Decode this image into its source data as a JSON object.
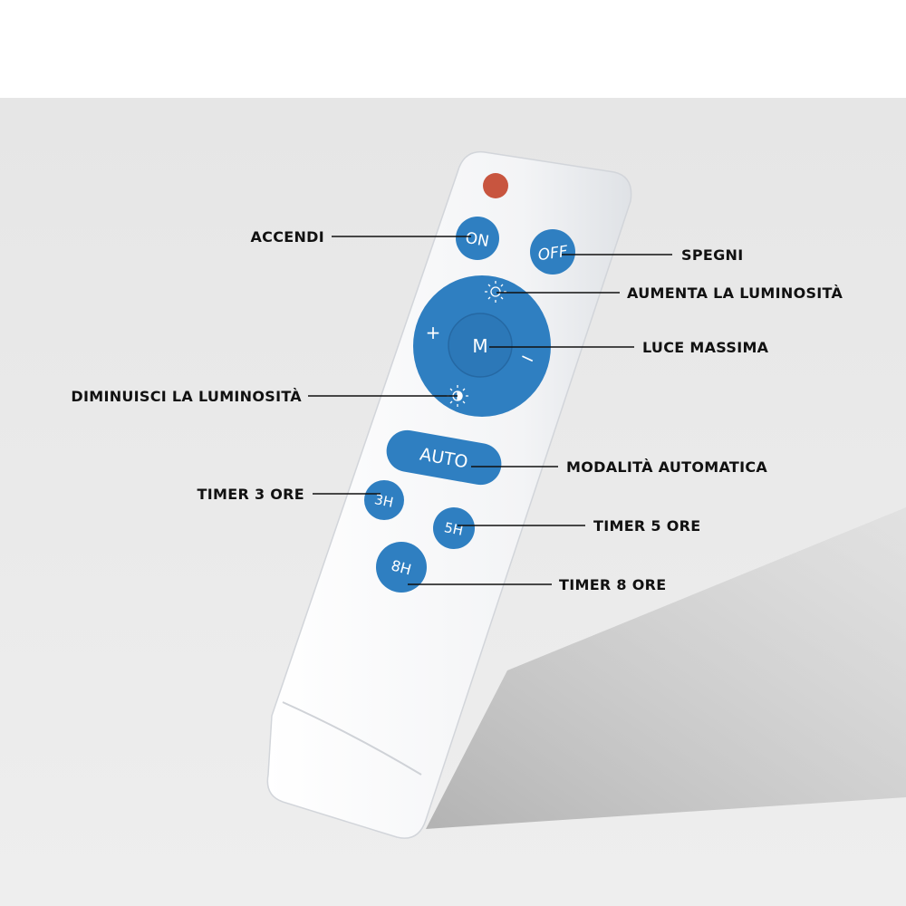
{
  "colors": {
    "button_blue": "#2f7fc1",
    "led_red": "#c8553f",
    "body_white": "#f4f5f7",
    "background": "#e9e9e9"
  },
  "buttons": {
    "on": "ON",
    "off": "OFF",
    "max": "M",
    "plus": "+",
    "minus": "−",
    "auto": "AUTO",
    "t3": "3H",
    "t5": "5H",
    "t8": "8H"
  },
  "labels": {
    "on": "ACCENDI",
    "off": "SPEGNI",
    "brighter": "AUMENTA LA LUMINOSITÀ",
    "max": "LUCE MASSIMA",
    "dimmer": "DIMINUISCI LA LUMINOSITÀ",
    "auto": "MODALITÀ AUTOMATICA",
    "t3": "TIMER 3 ORE",
    "t5": "TIMER 5 ORE",
    "t8": "TIMER 8 ORE"
  }
}
